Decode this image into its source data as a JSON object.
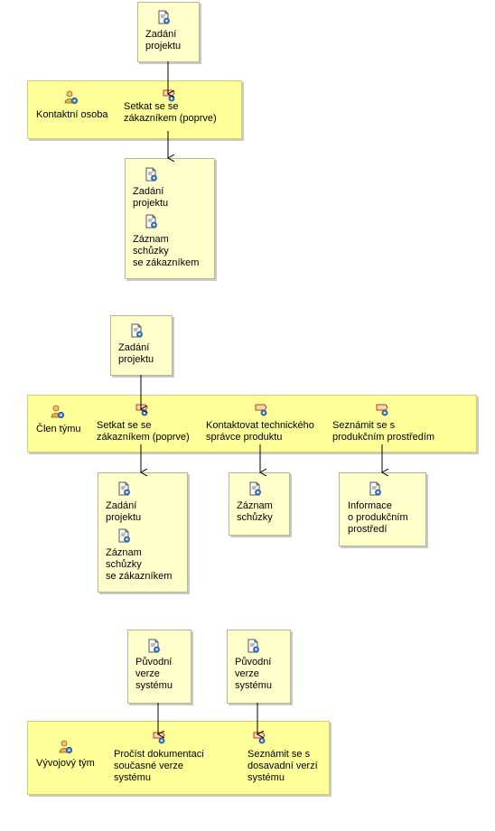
{
  "diagram1": {
    "input_box": {
      "items": [
        "Zadání\nprojektu"
      ]
    },
    "lane": {
      "role": "Kontaktní osoba",
      "tasks": [
        "Setkat se se\nzákazníkem (poprve)"
      ]
    },
    "output_box": {
      "items": [
        "Zadání\nprojektu",
        "Záznam\nschůzky\nse zákazníkem"
      ]
    }
  },
  "diagram2": {
    "input_box": {
      "items": [
        "Zadání\nprojektu"
      ]
    },
    "lane": {
      "role": "Člen týmu",
      "tasks": [
        "Setkat se se\nzákazníkem (poprve)",
        "Kontaktovat technického\nsprávce produktu",
        "Seznámit se s\nprodukčním prostředím"
      ]
    },
    "outputs": [
      {
        "items": [
          "Zadání\nprojektu",
          "Záznam\nschůzky\nse zákazníkem"
        ]
      },
      {
        "items": [
          "Záznam\nschůzky"
        ]
      },
      {
        "items": [
          "Informace\no produkčním\nprostředí"
        ]
      }
    ]
  },
  "diagram3": {
    "inputs": [
      {
        "items": [
          "Původní\nverze\nsystému"
        ]
      },
      {
        "items": [
          "Původní\nverze\nsystému"
        ]
      }
    ],
    "lane": {
      "role": "Vývojový tým",
      "tasks": [
        "Pročíst dokumentaci\nsoučasné verze\nsystému",
        "Seznámit se s\ndosavadní verzí\nsystému"
      ]
    }
  },
  "icons": {
    "artifact": "document-artifact-icon",
    "task": "task-icon",
    "role": "role-person-icon"
  },
  "colors": {
    "artifact_fill": "#ffffcc",
    "lane_fill": "#ffff99",
    "arrow": "#000000"
  }
}
